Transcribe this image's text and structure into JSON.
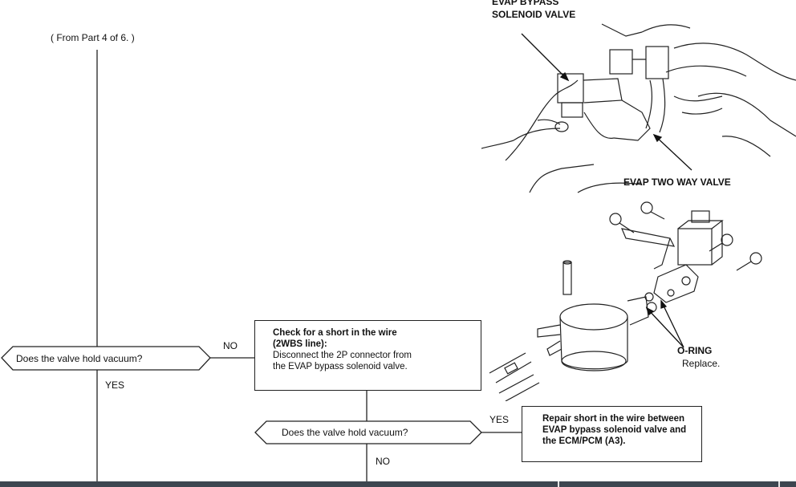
{
  "from_label": "( From Part 4 of 6. )",
  "question1": "Does the valve hold vacuum?",
  "q1_no": "NO",
  "q1_yes": "YES",
  "check_box": {
    "title1": "Check for a short in the wire",
    "title2": "(2WBS line):",
    "body1": "Disconnect the 2P connector from",
    "body2": "the EVAP bypass solenoid valve."
  },
  "question2": "Does the valve hold vacuum?",
  "q2_yes": "YES",
  "q2_no": "NO",
  "repair_box": {
    "line1": "Repair short in the wire between",
    "line2": "EVAP bypass solenoid valve and",
    "line3": "the ECM/PCM (A3)."
  },
  "labels": {
    "evap_bypass_1": "EVAP BYPASS",
    "evap_bypass_2": "SOLENOID VALVE",
    "evap_two_way": "EVAP TWO WAY VALVE",
    "oring": "O-RING",
    "replace": "Replace."
  }
}
